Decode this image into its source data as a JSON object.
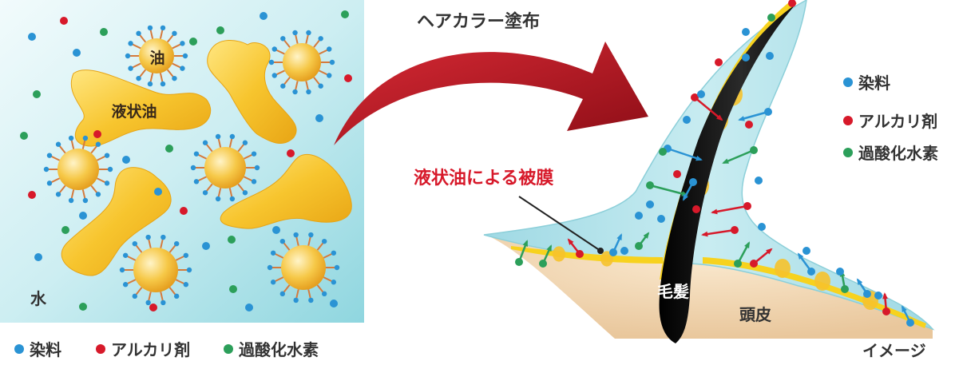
{
  "colors": {
    "dye": "#2a93d4",
    "alkali": "#d7192a",
    "peroxide": "#2c9f5a",
    "water": "#a9dfe7",
    "oil": "#f6c22b",
    "arrow": "#b51522",
    "hair": "#111111",
    "scalp": "#f3d9b8"
  },
  "left_panel": {
    "oil_label": "油",
    "liquid_oil_label": "液状油",
    "water_label": "水"
  },
  "legend": {
    "dye": "染料",
    "alkali": "アルカリ剤",
    "peroxide": "過酸化水素"
  },
  "arrow_label": "ヘアカラー塗布",
  "right_panel": {
    "film_label": "液状油による被膜",
    "hair_label": "毛髪",
    "scalp_label": "頭皮",
    "caption": "イメージ"
  }
}
